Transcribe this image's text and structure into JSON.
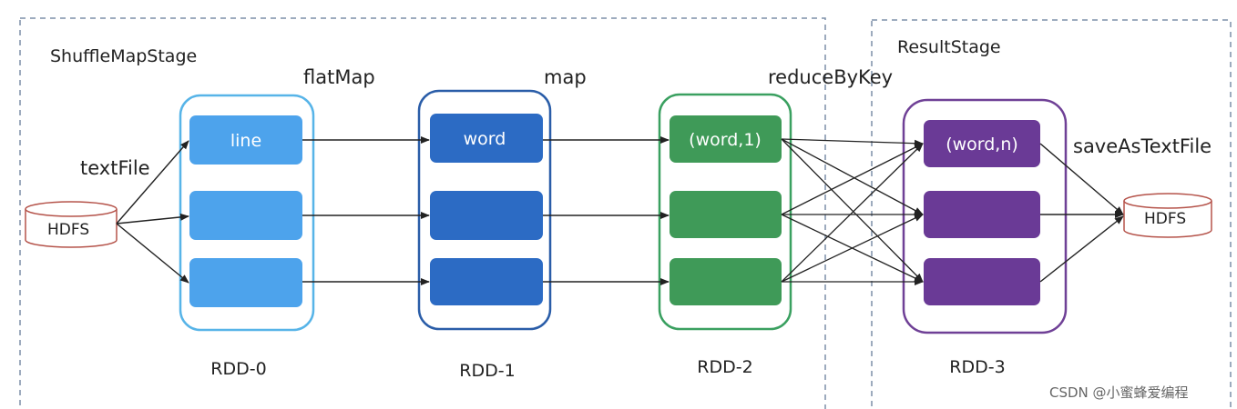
{
  "stages": {
    "shuffle_map": "ShuffleMapStage",
    "result": "ResultStage"
  },
  "operations": {
    "text_file": "textFile",
    "flat_map": "flatMap",
    "map": "map",
    "reduce_by_key": "reduceByKey",
    "save_as_text_file": "saveAsTextFile"
  },
  "sources": {
    "input": "HDFS",
    "output": "HDFS"
  },
  "rdds": [
    {
      "label": "RDD-0",
      "cells": [
        "line",
        "",
        ""
      ],
      "color": "#4da3ec",
      "border": "#57b4e8"
    },
    {
      "label": "RDD-1",
      "cells": [
        "word",
        "",
        ""
      ],
      "color": "#2c6bc4",
      "border": "#2a5da8"
    },
    {
      "label": "RDD-2",
      "cells": [
        "(word,1)",
        "",
        ""
      ],
      "color": "#3f9a58",
      "border": "#3aa060"
    },
    {
      "label": "RDD-3",
      "cells": [
        "(word,n)",
        "",
        ""
      ],
      "color": "#6a3a96",
      "border": "#6f4096"
    }
  ],
  "colors": {
    "stage_border": "#7d8fa8",
    "hdfs_border": "#b5534a",
    "arrow": "#222222"
  },
  "watermark": "CSDN @小蜜蜂爱编程"
}
